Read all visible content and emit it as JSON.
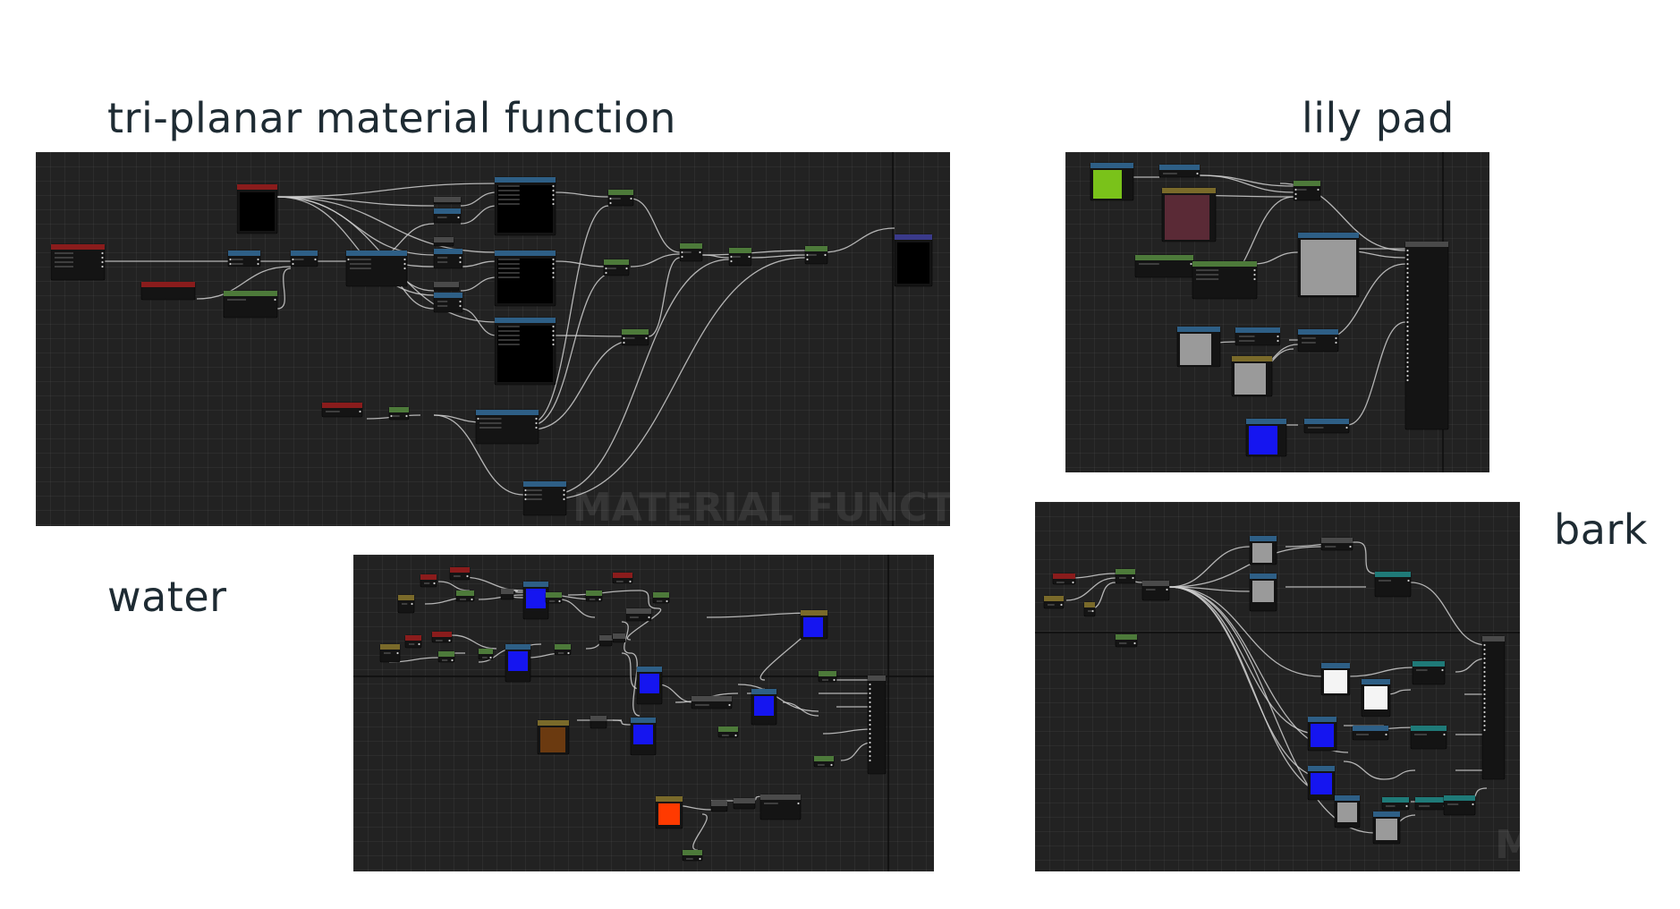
{
  "captions": {
    "triplanar": "tri-planar material function",
    "lilypad": "lily pad",
    "water": "water",
    "bark": "bark"
  },
  "watermarks": {
    "triplanar": "MATERIAL FUNCTIO",
    "bark": "M"
  },
  "colors": {
    "canvas": "#222222",
    "wire": "#cfcfcf",
    "node_body": "#141414",
    "header_red": "#8a1c1c",
    "header_blue": "#2e5f86",
    "header_green": "#4d7a3a",
    "header_teal": "#1f7a78",
    "header_olive": "#7a6a2a",
    "header_gray": "#4a4a4a",
    "header_purple": "#3a3a8a",
    "texture_blue": "#1515f0",
    "texture_green": "#7ac21a",
    "texture_orange": "#ff3a00",
    "texture_brown": "#6b3a10",
    "texture_gray": "#9a9a9a",
    "texture_white": "#f4f4f4",
    "texture_maroon": "#5a2a36"
  }
}
